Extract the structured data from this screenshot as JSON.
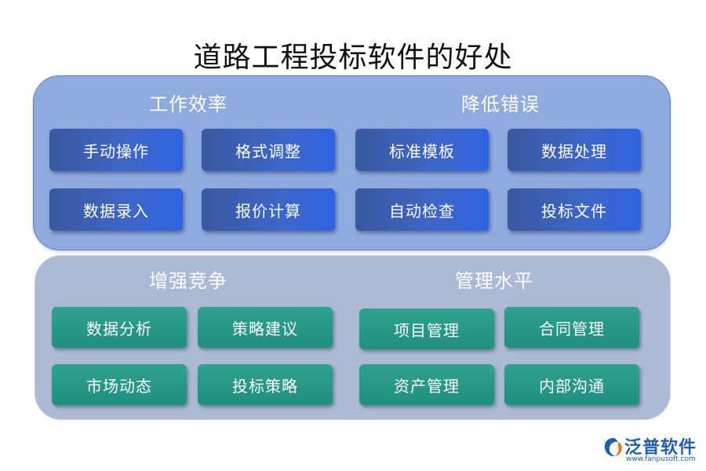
{
  "title": "道路工程投标软件的好处",
  "groups": [
    {
      "title": "工作效率",
      "items": [
        "手动操作",
        "格式调整",
        "数据录入",
        "报价计算"
      ]
    },
    {
      "title": "降低错误",
      "items": [
        "标准模板",
        "数据处理",
        "自动检查",
        "投标文件"
      ]
    },
    {
      "title": "增强竞争",
      "items": [
        "数据分析",
        "策略建议",
        "市场动态",
        "投标策略"
      ]
    },
    {
      "title": "管理水平",
      "items": [
        "项目管理",
        "合同管理",
        "资产管理",
        "内部沟通"
      ]
    }
  ],
  "logo": {
    "name": "泛普软件",
    "url": "www.fanpusoft.com"
  },
  "colors": {
    "top_panel": "#8eaadf",
    "bottom_panel": "#adbad6",
    "blue_box": "#3d66c8",
    "teal_box": "#1f8f7e",
    "logo": "#1d5fae"
  }
}
